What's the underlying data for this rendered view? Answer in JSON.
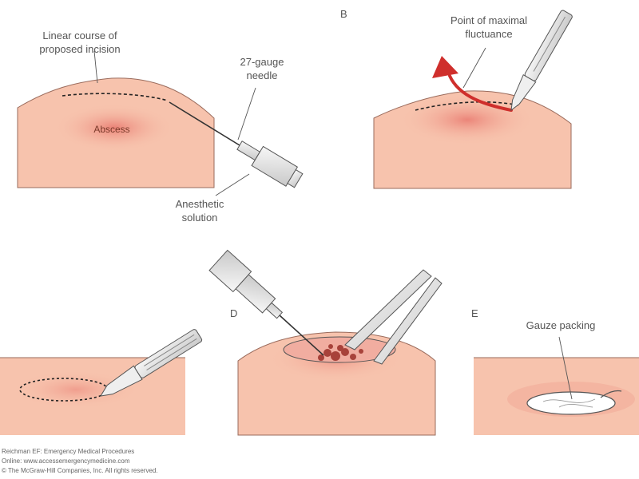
{
  "panels": {
    "a": {
      "label_incision_line1": "Linear course of",
      "label_incision_line2": "proposed incision",
      "label_abscess": "Abscess",
      "label_needle_line1": "27-gauge",
      "label_needle_line2": "needle",
      "label_anesthetic_line1": "Anesthetic",
      "label_anesthetic_line2": "solution"
    },
    "b": {
      "letter": "B",
      "label_point_line1": "Point of maximal",
      "label_point_line2": "fluctuance"
    },
    "c": {},
    "d": {
      "letter": "D"
    },
    "e": {
      "letter": "E",
      "label_gauze": "Gauze packing"
    }
  },
  "credit": {
    "line1": "Reichman EF: Emergency Medical Procedures",
    "line2": "Online: www.accessemergencymedicine.com",
    "line3": "© The McGraw-Hill Companies, Inc. All rights reserved."
  },
  "colors": {
    "skin": "#f7c3ad",
    "skin_edge": "#9a6b5c",
    "abscess": "#ef8e82",
    "arrow": "#cf2f2c",
    "blood": "#a8423a",
    "instrument": "#e9e9e9",
    "instrument_edge": "#555555"
  }
}
